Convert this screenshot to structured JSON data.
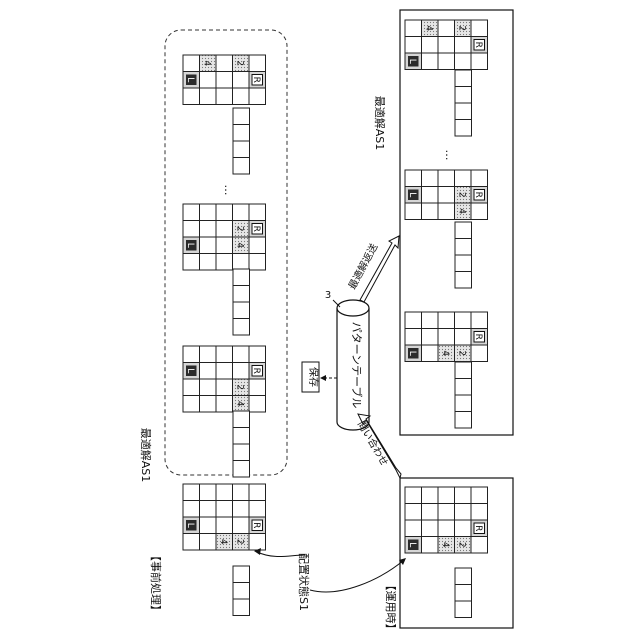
{
  "labels": {
    "preprocess": "【事前処理】",
    "operation": "【運用時】",
    "placement_state": "配置状態S1",
    "optimal_left": "最適解AS1",
    "optimal_right": "最適解AS1",
    "save": "保存",
    "inquiry": "問い合わせ",
    "reply": "最適解返送",
    "table": "パターンテーブル",
    "ref3": "3",
    "ellipsis": "…"
  },
  "marks": {
    "L": "L",
    "R": "R",
    "n2": "2",
    "n4": "4"
  }
}
